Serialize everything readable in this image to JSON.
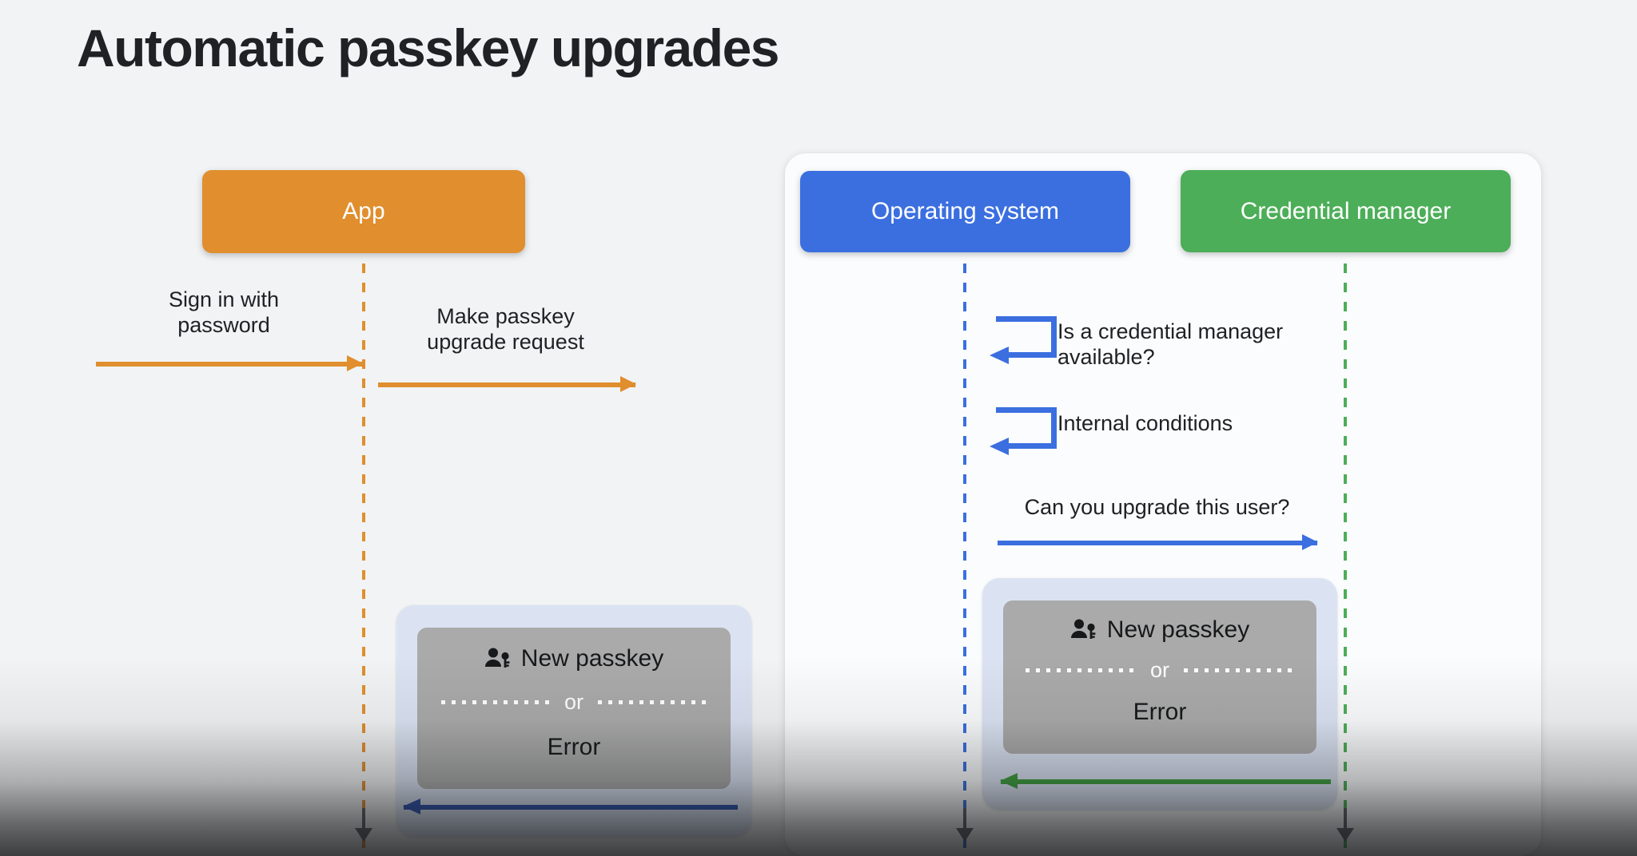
{
  "title": "Automatic passkey upgrades",
  "colors": {
    "background": "#f1f3f4",
    "app_orange": "#e08e2e",
    "os_blue": "#3b6fe0",
    "cm_green": "#4cae58",
    "return_blue": "#2d52b0",
    "return_green": "#3f9e3f",
    "result_card_gray": "#aaaaaa",
    "result_wrap_blue": "#dbe3f3",
    "text_dark": "#202124"
  },
  "actors": [
    {
      "id": "app",
      "label": "App",
      "color": "#e08e2e"
    },
    {
      "id": "os",
      "label": "Operating system",
      "color": "#3b6fe0"
    },
    {
      "id": "cm",
      "label": "Credential manager",
      "color": "#4cae58"
    }
  ],
  "messages": [
    {
      "id": "signin",
      "label": "Sign in with\npassword",
      "direction": "right",
      "color": "#e08e2e"
    },
    {
      "id": "request",
      "label": "Make passkey\nupgrade request",
      "direction": "right",
      "color": "#e08e2e"
    },
    {
      "id": "cm-available",
      "label": "Is a credential manager\navailable?",
      "direction": "self",
      "color": "#3b6fe0"
    },
    {
      "id": "internal",
      "label": "Internal conditions",
      "direction": "self",
      "color": "#3b6fe0"
    },
    {
      "id": "upgrade",
      "label": "Can you upgrade this user?",
      "direction": "right",
      "color": "#3b6fe0"
    }
  ],
  "results": {
    "left": {
      "icon": "person-key-icon",
      "primary": "New passkey",
      "separator": "or",
      "secondary": "Error"
    },
    "right": {
      "icon": "person-key-icon",
      "primary": "New passkey",
      "separator": "or",
      "secondary": "Error"
    }
  },
  "returns": [
    {
      "id": "return-cm-to-os",
      "direction": "left",
      "color": "#3f9e3f"
    },
    {
      "id": "return-os-to-app",
      "direction": "left",
      "color": "#2d52b0"
    }
  ]
}
